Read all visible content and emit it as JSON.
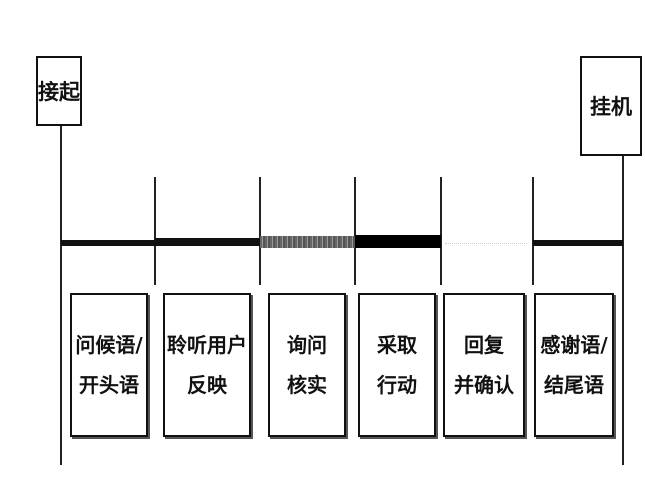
{
  "start": "接起",
  "end": "挂机",
  "steps": [
    "问候语/\n开头语",
    "聆听用户\n反映",
    "询问\n核实",
    "采取\n行动",
    "回复\n并确认",
    "感谢语/\n结尾语"
  ]
}
